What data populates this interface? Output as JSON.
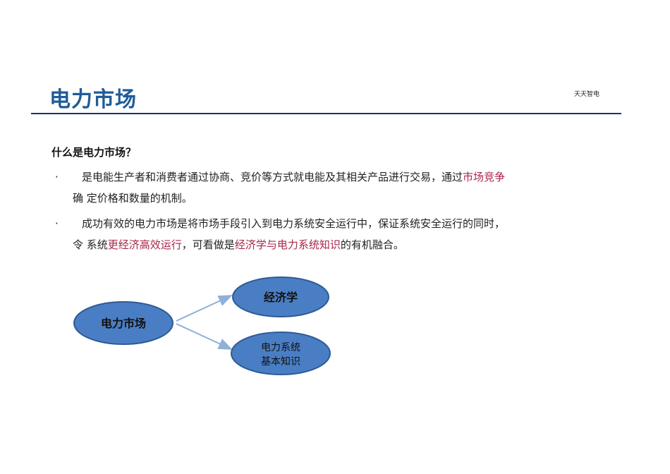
{
  "header": {
    "title": "电力市场",
    "brand": "天天智电"
  },
  "content": {
    "question": "什么是电力市场？",
    "bullets": [
      {
        "marker": "·",
        "line1_a": "是电能生产者和消费者通过协商、竞价等方式就电能及其相关产品进行交易，通过",
        "line1_hl": "市场竞争",
        "line2": "确  定价格和数量的机制。"
      },
      {
        "marker": "·",
        "line1": "成功有效的电力市场是将市场手段引入到电力系统安全运行中，保证系统安全运行的同时，",
        "line2_a": "令  系统",
        "line2_hl1": "更经济高效运行",
        "line2_b": "，可看做是",
        "line2_hl2": "经济学与电力系统知识",
        "line2_c": "的有机融合。"
      }
    ]
  },
  "diagram": {
    "center": "电力市场",
    "top": "经济学",
    "bottom_line1": "电力系统",
    "bottom_line2": "基本知识"
  },
  "colors": {
    "title": "#1f5c99",
    "rule": "#1c2f7a",
    "highlight": "#a8264a",
    "node_fill": "#4a7ec4",
    "node_stroke": "#2e5a96",
    "arrow": "#8fb0d8"
  }
}
